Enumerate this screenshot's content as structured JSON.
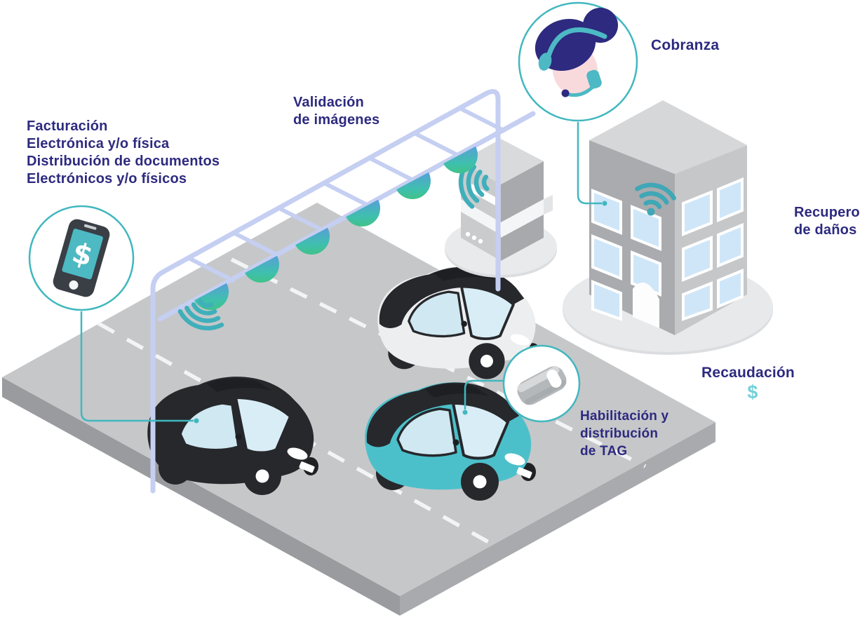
{
  "labels": {
    "facturacion_lines": [
      "Facturación",
      "Electrónica y/o física",
      "Distribución de documentos",
      "Electrónicos y/o físicos"
    ],
    "validacion_lines": [
      "Validación",
      "de imágenes"
    ],
    "cobranza": "Cobranza",
    "recupero_lines": [
      "Recupero",
      "de daños"
    ],
    "recaudacion": "Recaudación",
    "recaudacion_symbol": "$",
    "habilitacion_lines": [
      "Habilitación y",
      "distribución",
      "de TAG"
    ],
    "phone_dollar": "$"
  },
  "icons": {
    "phone_dollar": "smartphone-with-dollar-icon",
    "support_agent": "customer-support-headset-icon",
    "tag_device": "toll-tag-transponder-icon",
    "wifi": "wifi-signal-icon",
    "sensor_dome": "gantry-sensor-dome-icon",
    "dollar_symbol": "$"
  },
  "colors": {
    "text_indigo": "#2d2a7f",
    "accent_teal": "#41b7bf",
    "dollar_teal": "#72d1d9",
    "car_teal": "#4cc0ca",
    "gantry_lavender": "#c5cff2",
    "road_gray": "#c6c7c9",
    "sensor_green": "#41c472",
    "sensor_blue": "#57a0d8"
  }
}
